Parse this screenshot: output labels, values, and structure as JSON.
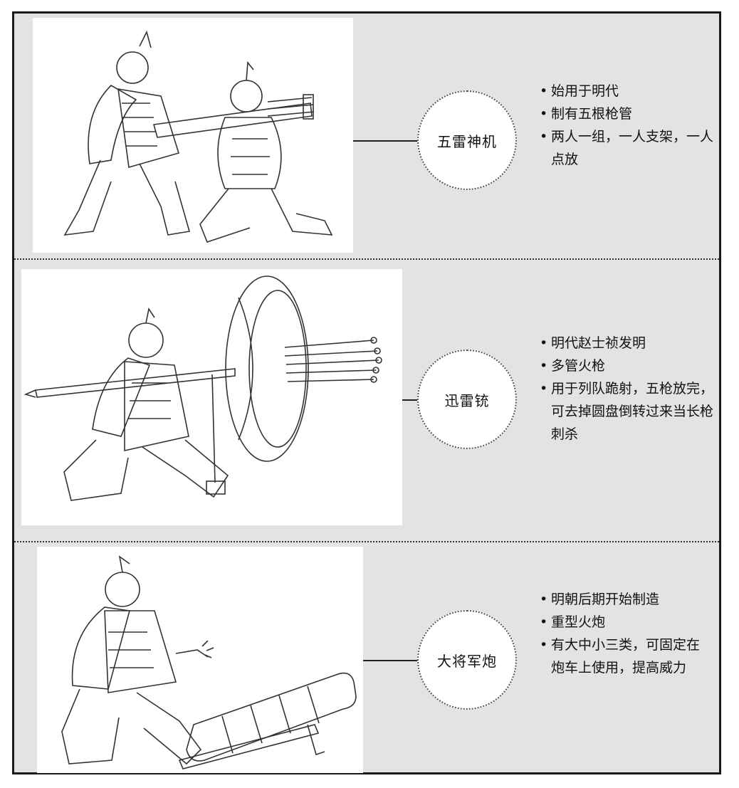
{
  "sections": [
    {
      "title": "五雷神机",
      "bullets": [
        "始用于明代",
        "制有五根枪管",
        "两人一组，一人支架，一人点放"
      ],
      "illustration": "two-soldiers-firing-five-barrel-gun"
    },
    {
      "title": "迅雷铳",
      "bullets": [
        "明代赵士祯发明",
        "多管火枪",
        "用于列队跪射，五枪放完，可去掉圆盘倒转过来当长枪刺杀"
      ],
      "illustration": "kneeling-soldier-with-shield-gun"
    },
    {
      "title": "大将军炮",
      "bullets": [
        "明朝后期开始制造",
        "重型火炮",
        "有大中小三类，可固定在炮车上使用，提高威力"
      ],
      "illustration": "kneeling-soldier-lighting-cannon"
    }
  ],
  "colors": {
    "panel": "#e3e3e3",
    "border": "#1a1a1a",
    "card": "#ffffff"
  }
}
